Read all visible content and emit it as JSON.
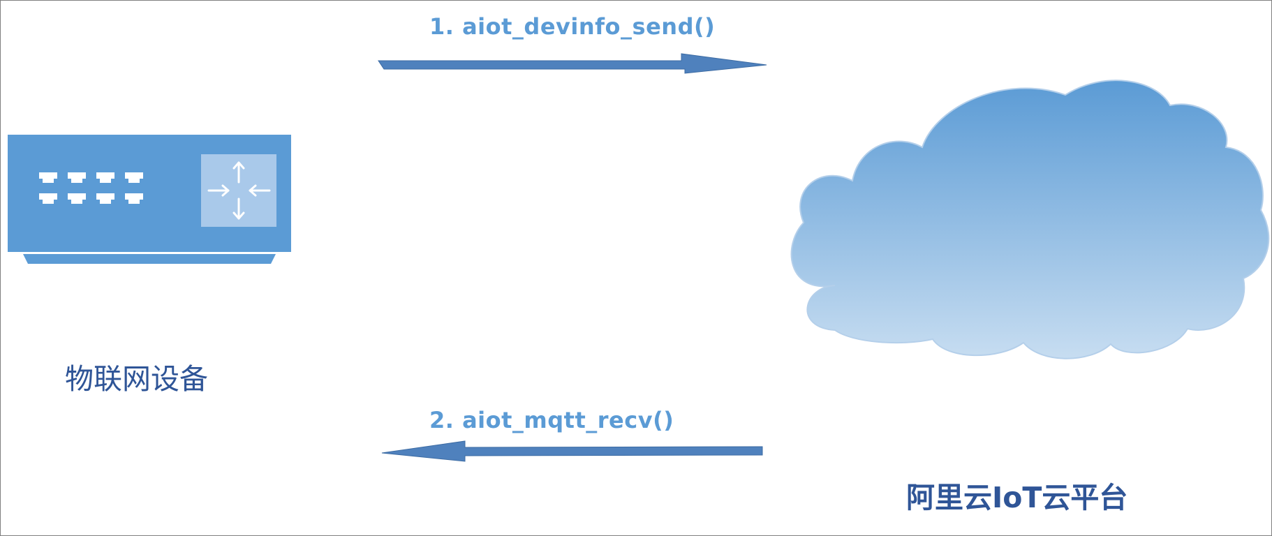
{
  "edges": [
    {
      "label": "1. aiot_devinfo_send()",
      "direction": "device-to-cloud"
    },
    {
      "label": "2. aiot_mqtt_recv()",
      "direction": "cloud-to-device"
    }
  ],
  "nodes": {
    "device": {
      "label": "物联网设备",
      "icon": "network-switch-icon"
    },
    "cloud": {
      "label": "阿里云IoT云平台",
      "icon": "cloud-icon"
    }
  },
  "colors": {
    "arrow": "#4F81BD",
    "label_text": "#5B9BD5",
    "node_text": "#2F5597",
    "device_body": "#5B9BD5",
    "device_panel": "#9DC3E6",
    "cloud_top": "#5B9BD5",
    "cloud_bottom": "#BDD7EE",
    "border": "#7F7F7F"
  }
}
